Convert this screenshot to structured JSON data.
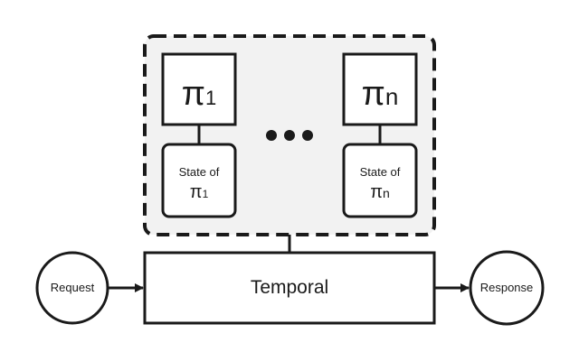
{
  "policies": [
    {
      "symbol": "π",
      "subscript": "1",
      "state_label": "State of"
    },
    {
      "symbol": "π",
      "subscript": "n",
      "state_label": "State of"
    }
  ],
  "temporal_label": "Temporal",
  "request_label": "Request",
  "response_label": "Response",
  "colors": {
    "stroke": "#1a1a1a",
    "group_fill": "#f2f2f2",
    "box_fill": "#ffffff"
  }
}
